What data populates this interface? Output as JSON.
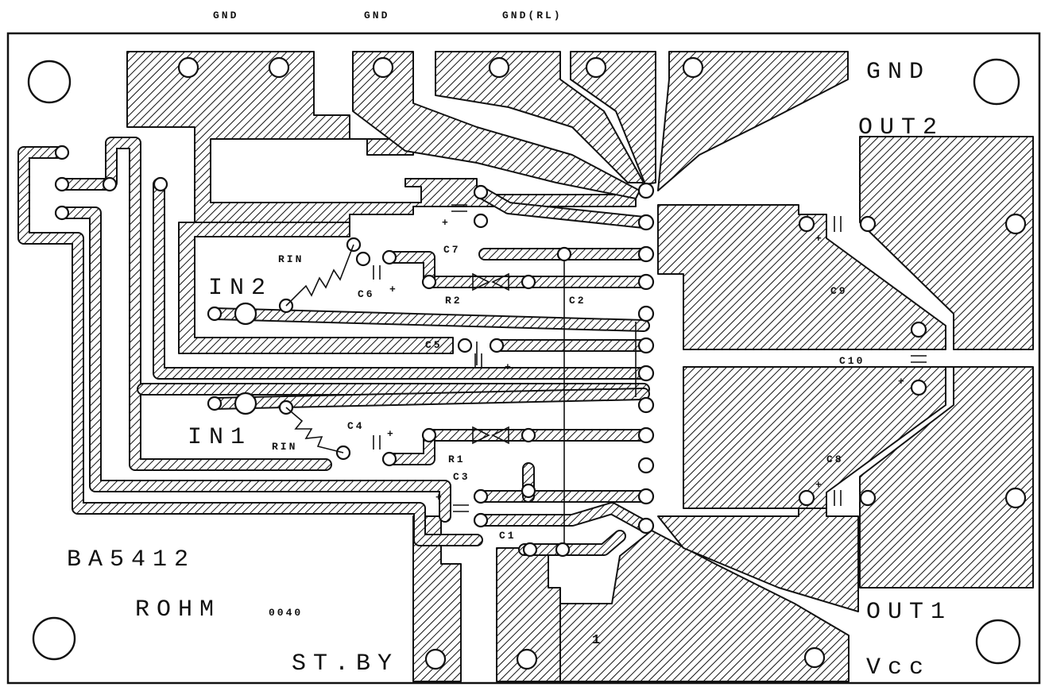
{
  "header": {
    "top_gnd_1": "GND",
    "top_gnd_2": "GND",
    "top_gnd_rl": "GND(RL)"
  },
  "board": {
    "chip_name": "BA5412",
    "maker": "ROHM",
    "code": "0040",
    "standby": "ST.BY",
    "in2": "IN2",
    "in1": "IN1",
    "gnd_right": "GND",
    "out2": "OUT2",
    "out1": "OUT1",
    "vcc": "Vcc",
    "pin1": "1"
  },
  "components": {
    "rin_top": "RIN",
    "rin_bottom": "RIN",
    "c1": "C1",
    "c2": "C2",
    "c3": "C3",
    "c4": "C4",
    "c5": "C5",
    "c6": "C6",
    "c7": "C7",
    "c8": "C8",
    "c9": "C9",
    "c10": "C10",
    "r1": "R1",
    "r2": "R2"
  },
  "colors": {
    "ink": "#111111",
    "paper": "#ffffff"
  }
}
